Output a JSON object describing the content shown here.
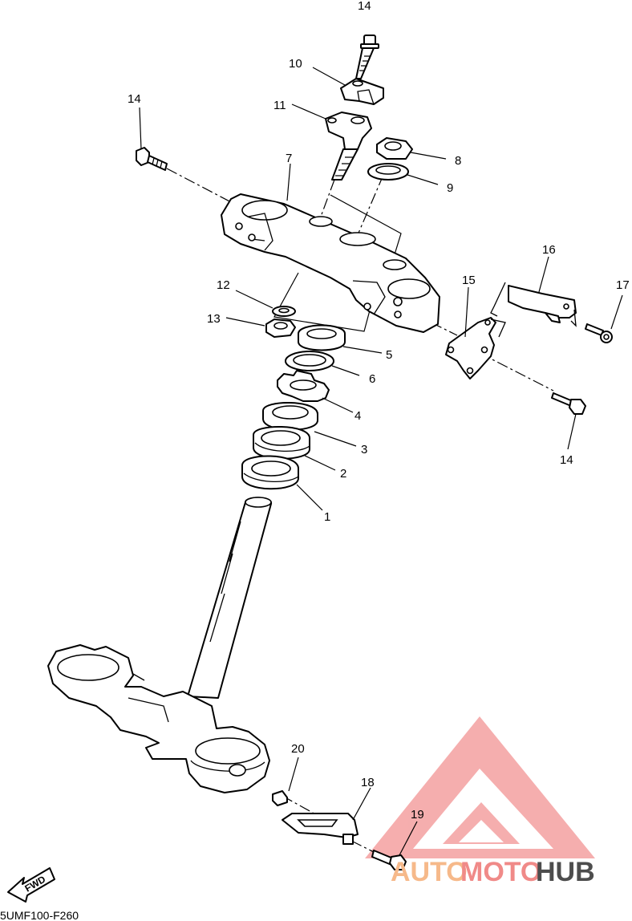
{
  "diagram": {
    "drawing_code": "5UMF100-F260",
    "fwd_label": "FWD",
    "callouts": [
      "14",
      "10",
      "11",
      "14",
      "7",
      "8",
      "9",
      "16",
      "15",
      "17",
      "12",
      "13",
      "5",
      "6",
      "4",
      "3",
      "2",
      "1",
      "14",
      "20",
      "18",
      "19"
    ]
  },
  "watermark": {
    "part1": "AUTO",
    "part2": "MOTO",
    "part3": "HUB",
    "colors": {
      "auto": "#f6b98a",
      "moto": "#f08a88",
      "hub": "#4d4d4d",
      "logo": "#f4a0a0"
    }
  }
}
